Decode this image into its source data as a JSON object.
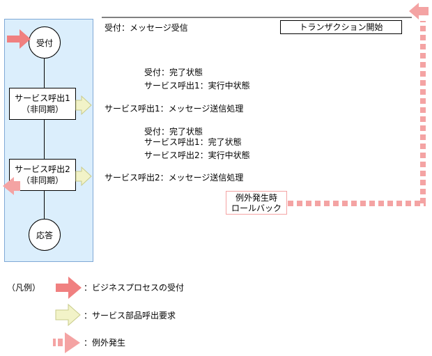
{
  "receipt_node": "受付",
  "call1_node": [
    "サービス呼出1",
    "（非同期）"
  ],
  "call2_node": [
    "サービス呼出2",
    "（非同期）"
  ],
  "response_node": "応答",
  "transaction_start": "トランザクション開始",
  "rollback_label": [
    "例外発生時",
    "ロールバック"
  ],
  "messages": {
    "receipt_msg": "受付：メッセージ受信",
    "state1_a": "受付：完了状態",
    "state1_b": "サービス呼出1：実行中状態",
    "call1_msg": "サービス呼出1：メッセージ送信処理",
    "state2_a": "受付：完了状態",
    "state2_b": "サービス呼出1：完了状態",
    "state2_c": "サービス呼出2：実行中状態",
    "call2_msg": "サービス呼出2：メッセージ送信処理"
  },
  "legend": {
    "title": "（凡例）",
    "receipt": "：ビジネスプロセスの受付",
    "service_call": "：サービス部品呼出要求",
    "exception": "：例外発生"
  },
  "colors": {
    "receipt_arrow": "#f08080",
    "service_arrow": "#f2f3c8",
    "exception_arrow": "#f4a3a3",
    "lane_fill": "#dbeefc"
  }
}
